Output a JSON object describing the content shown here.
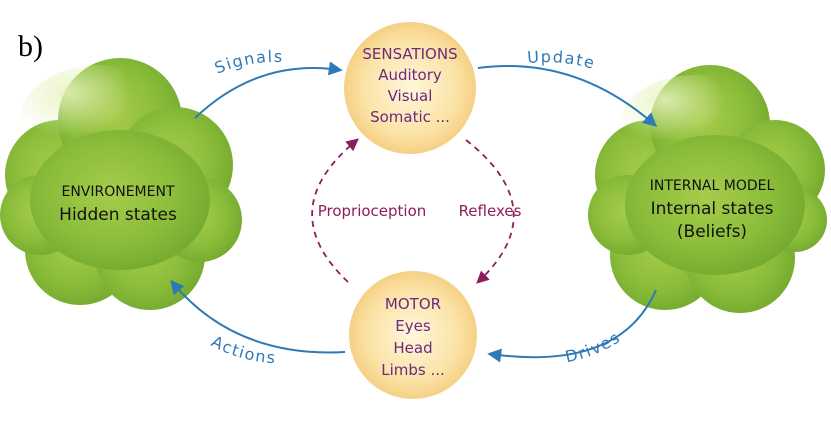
{
  "panel_label": "b)",
  "nodes": {
    "sensations": {
      "title": "SENSATIONS",
      "lines": [
        "Auditory",
        "Visual",
        "Somatic ..."
      ]
    },
    "motor": {
      "title": "MOTOR",
      "lines": [
        "Eyes",
        "Head",
        "Limbs ..."
      ]
    },
    "environment": {
      "title": "ENVIRONEMENT",
      "subtitle": "Hidden states"
    },
    "internal_model": {
      "title": "INTERNAL MODEL",
      "lines": [
        "Internal states",
        "(Beliefs)"
      ]
    }
  },
  "edges": {
    "signals": "Signals",
    "update": "Update",
    "drives": "Drives",
    "actions": "Actions"
  },
  "loop": {
    "proprioception": "Proprioception",
    "reflexes": "Reflexes"
  },
  "colors": {
    "cloud_green": "#8cbf3a",
    "node_fill": "#fbe4a8",
    "node_text": "#6b2a7e",
    "edge_blue": "#2f79b5",
    "loop_magenta": "#8e1d5c"
  }
}
